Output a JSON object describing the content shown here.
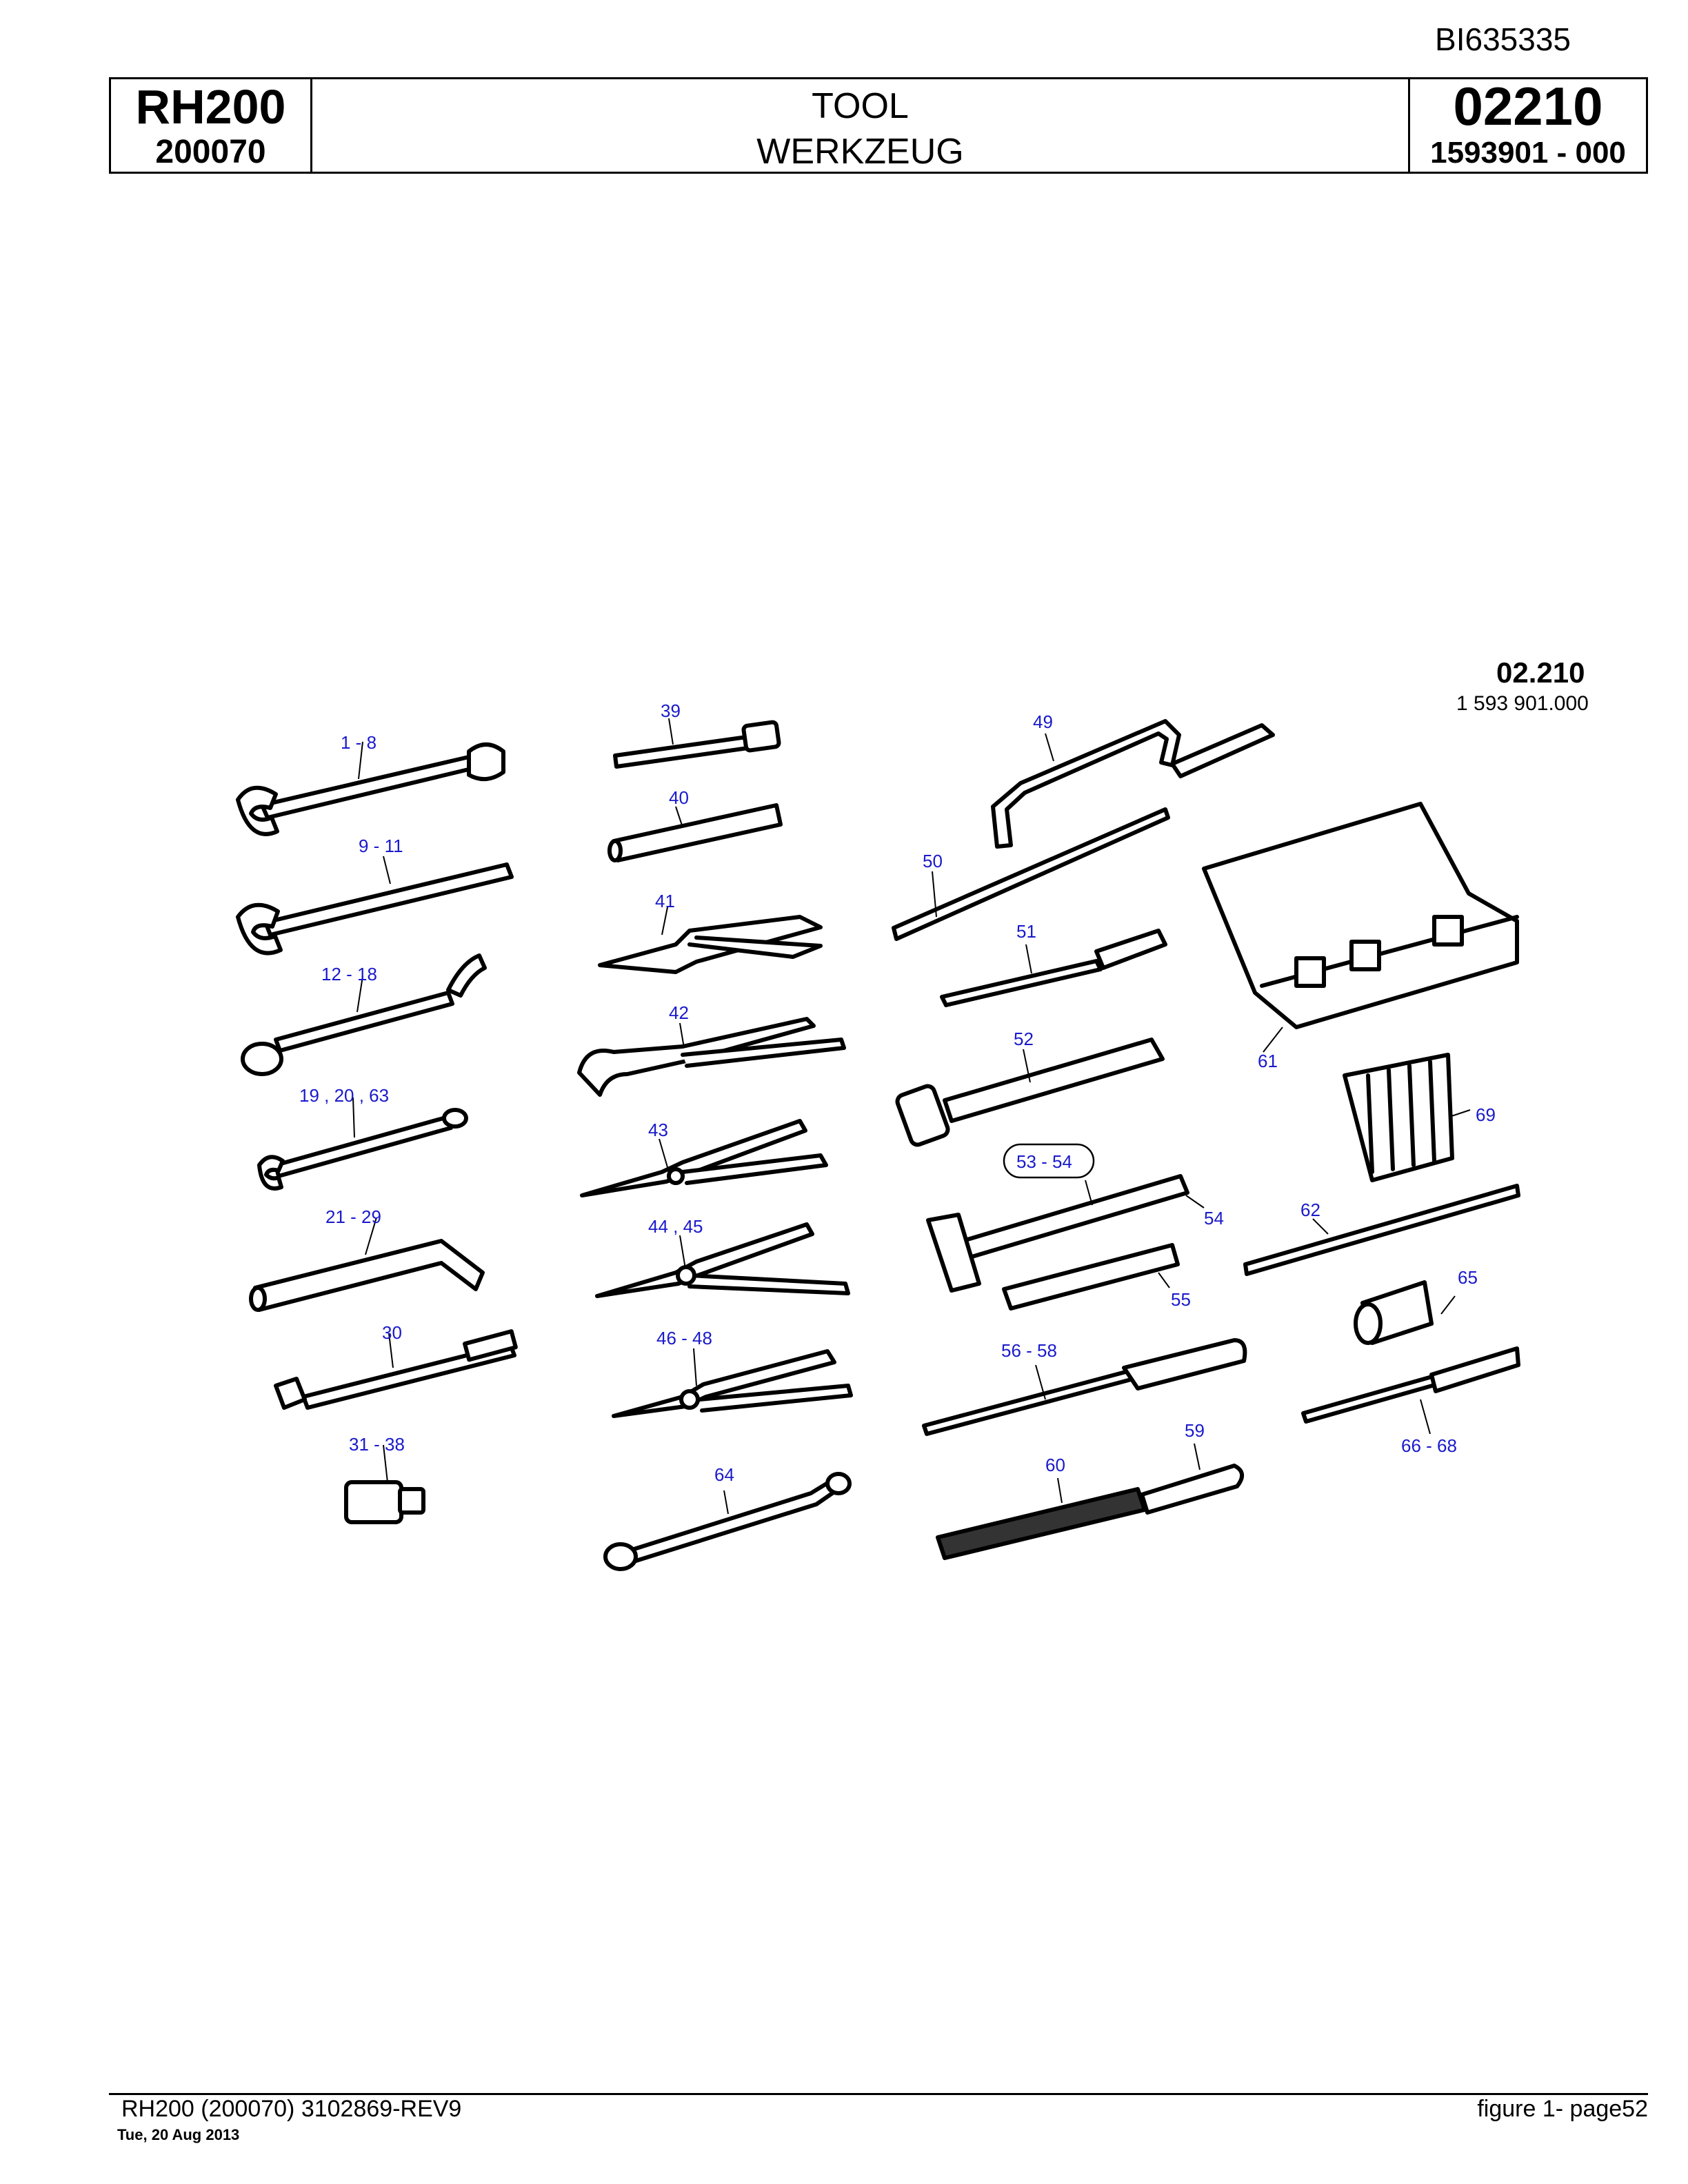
{
  "doc_id": "BI635335",
  "header": {
    "model": "RH200",
    "serial": "200070",
    "title_en": "TOOL",
    "title_de": "WERKZEUG",
    "group": "02210",
    "part_number": "1593901  - 000"
  },
  "figure": {
    "code": "02.210",
    "number": "1 593 901.000",
    "callouts": {
      "c1_8": "1 - 8",
      "c9_11": "9 - 11",
      "c12_18": "12 - 18",
      "c19_20_63": "19 , 20 , 63",
      "c21_29": "21 - 29",
      "c30": "30",
      "c31_38": "31 - 38",
      "c39": "39",
      "c40": "40",
      "c41": "41",
      "c42": "42",
      "c43": "43",
      "c44_45": "44 , 45",
      "c46_48": "46 - 48",
      "c64": "64",
      "c49": "49",
      "c50": "50",
      "c51": "51",
      "c52": "52",
      "c53_54": "53 - 54",
      "c54": "54",
      "c55": "55",
      "c56_58": "56 - 58",
      "c59": "59",
      "c60": "60",
      "c61": "61",
      "c69": "69",
      "c62": "62",
      "c65": "65",
      "c66_68": "66 - 68"
    }
  },
  "footer": {
    "left": "RH200 (200070) 3102869-REV9",
    "date": "Tue, 20 Aug 2013",
    "right": "figure  1- page52"
  },
  "colors": {
    "callout": "#1a1acc",
    "line": "#000000"
  }
}
